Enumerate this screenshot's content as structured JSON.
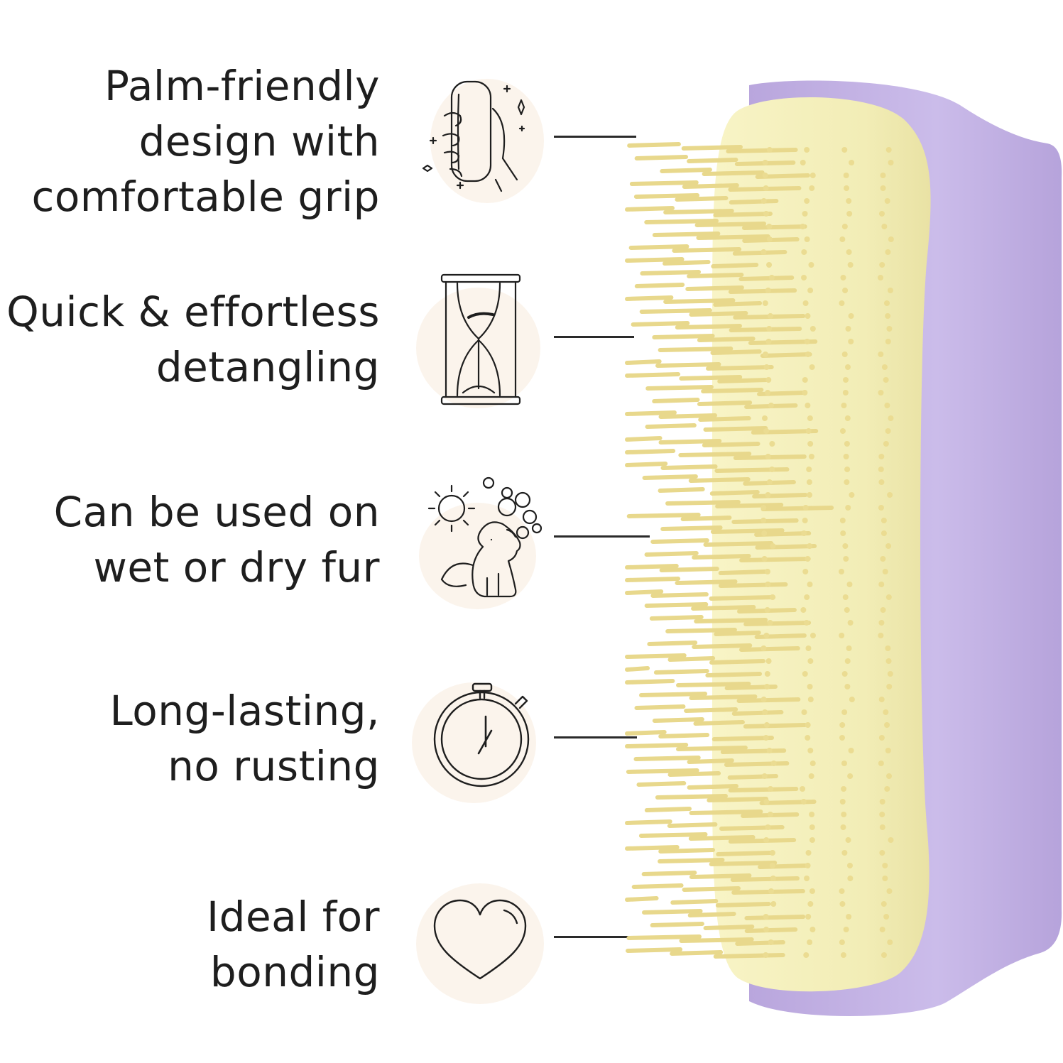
{
  "features": [
    {
      "lines": [
        "Palm-friendly",
        "design with",
        "comfortable grip"
      ],
      "icon": "hand-holding-brush-icon"
    },
    {
      "lines": [
        "Quick & effortless",
        "detangling"
      ],
      "icon": "hourglass-icon"
    },
    {
      "lines": [
        "Can be used on",
        "wet or dry fur"
      ],
      "icon": "dog-sun-bubbles-icon"
    },
    {
      "lines": [
        "Long-lasting,",
        "no rusting"
      ],
      "icon": "stopwatch-icon"
    },
    {
      "lines": [
        "Ideal for",
        "bonding"
      ],
      "icon": "heart-icon"
    }
  ],
  "colors": {
    "text": "#1e1e1e",
    "icon_blob": "#fbf4ec",
    "brush_body": "#c8b8e6",
    "brush_pad": "#f4f0bc",
    "bristles": "#efe09a"
  }
}
